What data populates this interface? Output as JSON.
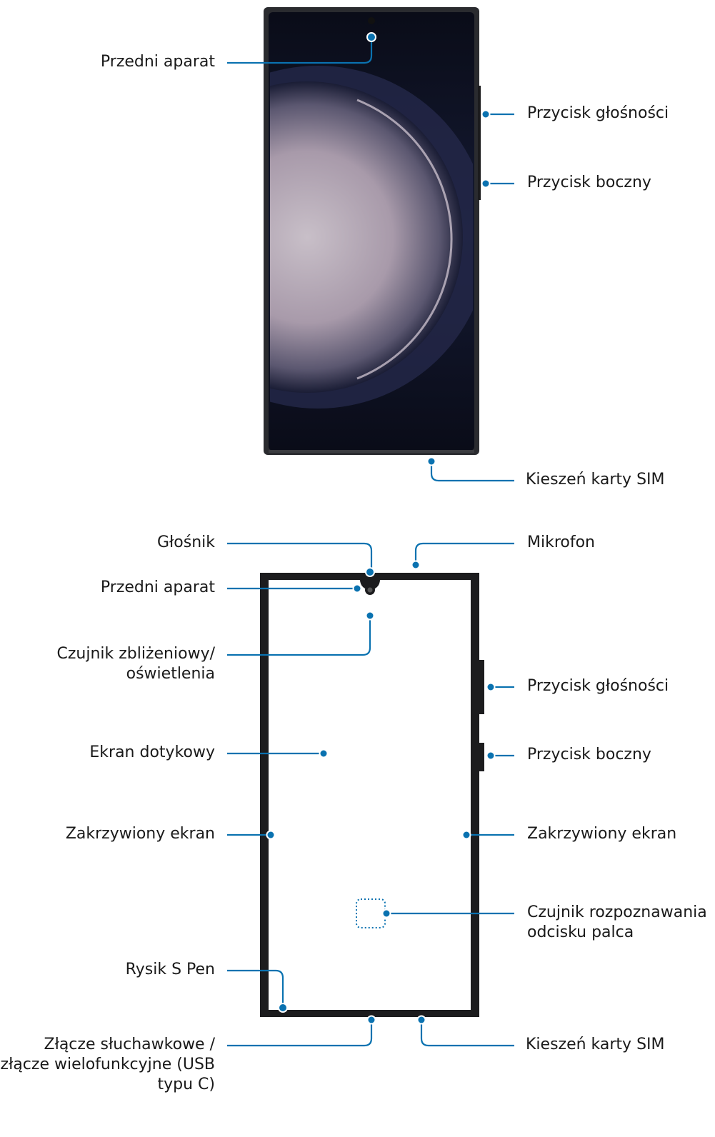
{
  "colors": {
    "callout": "#0a72b0",
    "frame": "#1c1c1e",
    "screen_dark": "#0b0d1a",
    "screen_glow": "#b8adb9"
  },
  "top_phone": {
    "labels": {
      "front_camera": "Przedni aparat",
      "volume_button": "Przycisk głośności",
      "side_button": "Przycisk boczny",
      "sim_tray": "Kieszeń karty SIM"
    }
  },
  "bottom_phone": {
    "labels": {
      "speaker": "Głośnik",
      "microphone": "Mikrofon",
      "front_camera": "Przedni aparat",
      "proximity_sensor_line1": "Czujnik zbliżeniowy/",
      "proximity_sensor_line2": "oświetlenia",
      "volume_button": "Przycisk głośności",
      "touchscreen": "Ekran dotykowy",
      "side_button": "Przycisk boczny",
      "edge_screen_left": "Zakrzywiony ekran",
      "edge_screen_right": "Zakrzywiony ekran",
      "fingerprint_line1": "Czujnik rozpoznawania",
      "fingerprint_line2": "odcisku palca",
      "s_pen": "Rysik S Pen",
      "connector_line1": "Złącze słuchawkowe /",
      "connector_line2": "złącze wielofunkcyjne (USB",
      "connector_line3": "typu C)",
      "sim_tray": "Kieszeń karty SIM"
    }
  }
}
